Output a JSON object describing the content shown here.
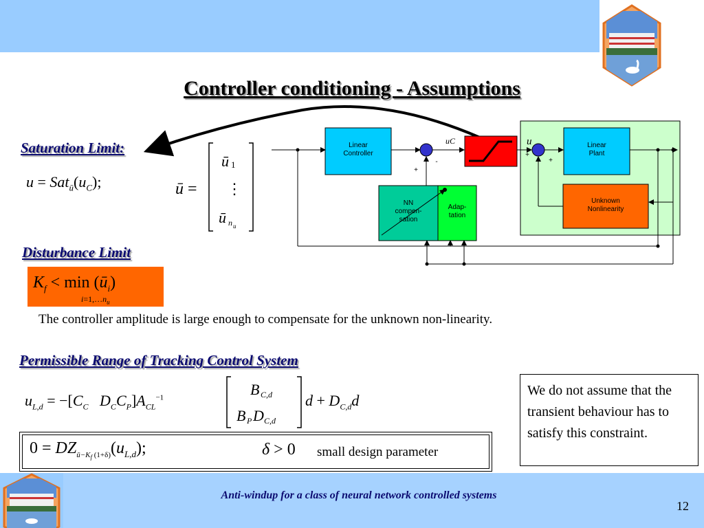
{
  "slide": {
    "title": "Controller conditioning - Assumptions",
    "page_number": "12",
    "footer_text": "Anti-windup for a class of neural network controlled systems"
  },
  "sections": {
    "saturation": {
      "heading": "Saturation Limit:",
      "eq1": "u = Sat_ū(u_C);",
      "eq2": "ū = [ū1 ⋮ ū_nu]"
    },
    "disturbance": {
      "heading": "Disturbance Limit",
      "eq": "K_f < min_{i=1,…n_u}(ū_i)",
      "explanation": "The controller amplitude is large enough to compensate for the unknown non-linearity."
    },
    "tracking": {
      "heading": "Permissible Range of Tracking Control System",
      "eq1": "u_L,d = −[C_C  D_C C_P] A_CL^−1 [B_C,d ; B_P D_C,d] d + D_C,d d",
      "eq2": "0 = DZ(u_L,d);   δ > 0",
      "small_param": "small design parameter"
    },
    "note": {
      "text": "We do not assume that the transient behaviour has to satisfy this constraint."
    }
  },
  "diagram": {
    "linear_controller": "Linear\nController",
    "linear_plant": "Linear\nPlant",
    "unknown_nonlinearity": "Unknown\nNonlinearity",
    "nn_compensation": "NN\ncompen-\nsation",
    "adaptation": "Adap-\ntation",
    "signal_uc": "uC",
    "signal_u": "u",
    "sum1_plus": "+",
    "sum1_minus": "-",
    "sum2_plus_a": "+",
    "sum2_plus_b": "+"
  },
  "colors": {
    "header_band": "#99ccff",
    "title_text": "#000000",
    "heading_text": "#0b0b70",
    "disturbance_box": "#ff6600",
    "linear_block": "#00ccff",
    "nn_block": "#00cc99",
    "adaptation_block": "#00ff33",
    "saturation_block": "#ff0000",
    "unknown_block": "#ff6600",
    "plant_area": "#ccffcc",
    "sum_junction": "#3333cc"
  }
}
